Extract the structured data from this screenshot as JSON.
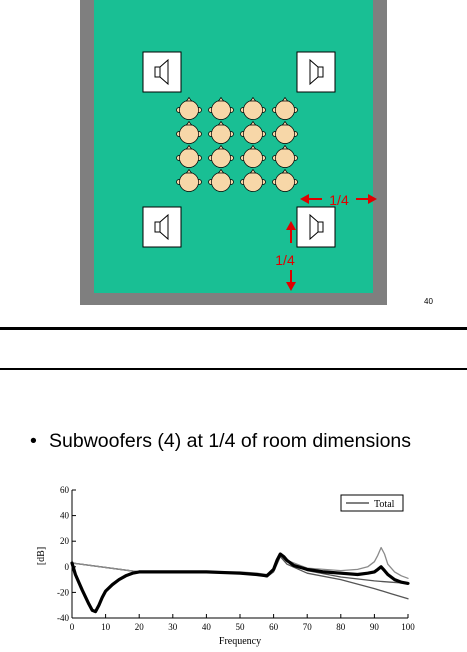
{
  "diagram": {
    "colors": {
      "room_border": "#7f7f7f",
      "room_floor": "#19bf94",
      "speaker": "#ffffff",
      "listener": "#f7d7a8",
      "arrow": "#e00000"
    },
    "horizontal_label": "1/4",
    "vertical_label": "1/4",
    "icons": [
      "speaker-icon",
      "listener-head-icon",
      "arrow-icon"
    ]
  },
  "page_number": "40",
  "bullet": {
    "marker": "•",
    "text": "Subwoofers (4) at 1/4 of room dimensions"
  },
  "chart_data": {
    "type": "line",
    "xlabel": "Frequency",
    "ylabel": "[dB]",
    "xlim": [
      0,
      100
    ],
    "ylim": [
      -40,
      60
    ],
    "xticks": [
      0,
      10,
      20,
      30,
      40,
      50,
      60,
      70,
      80,
      90,
      100
    ],
    "yticks": [
      -40,
      -20,
      0,
      20,
      40,
      60
    ],
    "legend": {
      "label": "Total",
      "position": "top-right"
    },
    "series": [
      {
        "name": "Total",
        "color": "#000000",
        "x": [
          0,
          1,
          3,
          5,
          6,
          7,
          8,
          9,
          10,
          12,
          14,
          16,
          18,
          20,
          25,
          30,
          40,
          50,
          55,
          58,
          60,
          61,
          62,
          63,
          64,
          66,
          70,
          75,
          80,
          85,
          88,
          90,
          91,
          92,
          93,
          94,
          96,
          98,
          100
        ],
        "y": [
          3,
          -6,
          -18,
          -29,
          -34,
          -35,
          -30,
          -24,
          -19,
          -14,
          -10,
          -7,
          -5,
          -4,
          -4,
          -4,
          -4,
          -5,
          -6,
          -7,
          -2,
          5,
          10,
          8,
          5,
          1,
          -2,
          -4,
          -5,
          -6,
          -5,
          -4,
          -2,
          0,
          -3,
          -6,
          -10,
          -12,
          -13
        ]
      },
      {
        "color": "#8a8a8a",
        "x": [
          0,
          20,
          30,
          40,
          50,
          55,
          58,
          60,
          62,
          64,
          70,
          80,
          85,
          88,
          90,
          91,
          92,
          93,
          94,
          96,
          98,
          100
        ],
        "y": [
          3,
          -4,
          -4,
          -4,
          -4,
          -5,
          -6,
          -2,
          9,
          5,
          -1,
          -3,
          -2,
          0,
          4,
          9,
          15,
          10,
          2,
          -4,
          -7,
          -9
        ]
      },
      {
        "color": "#555555",
        "x": [
          0,
          20,
          30,
          40,
          50,
          55,
          58,
          60,
          62,
          64,
          70,
          80,
          90,
          95,
          100
        ],
        "y": [
          3,
          -4,
          -4,
          -4,
          -5,
          -6,
          -7,
          -3,
          9,
          4,
          -3,
          -8,
          -11,
          -12,
          -13
        ]
      },
      {
        "color": "#555555",
        "x": [
          0,
          20,
          30,
          40,
          50,
          55,
          58,
          60,
          62,
          64,
          70,
          80,
          90,
          95,
          100
        ],
        "y": [
          3,
          -4,
          -4,
          -4,
          -5,
          -6,
          -8,
          -4,
          8,
          2,
          -5,
          -10,
          -17,
          -21,
          -25
        ]
      }
    ]
  }
}
